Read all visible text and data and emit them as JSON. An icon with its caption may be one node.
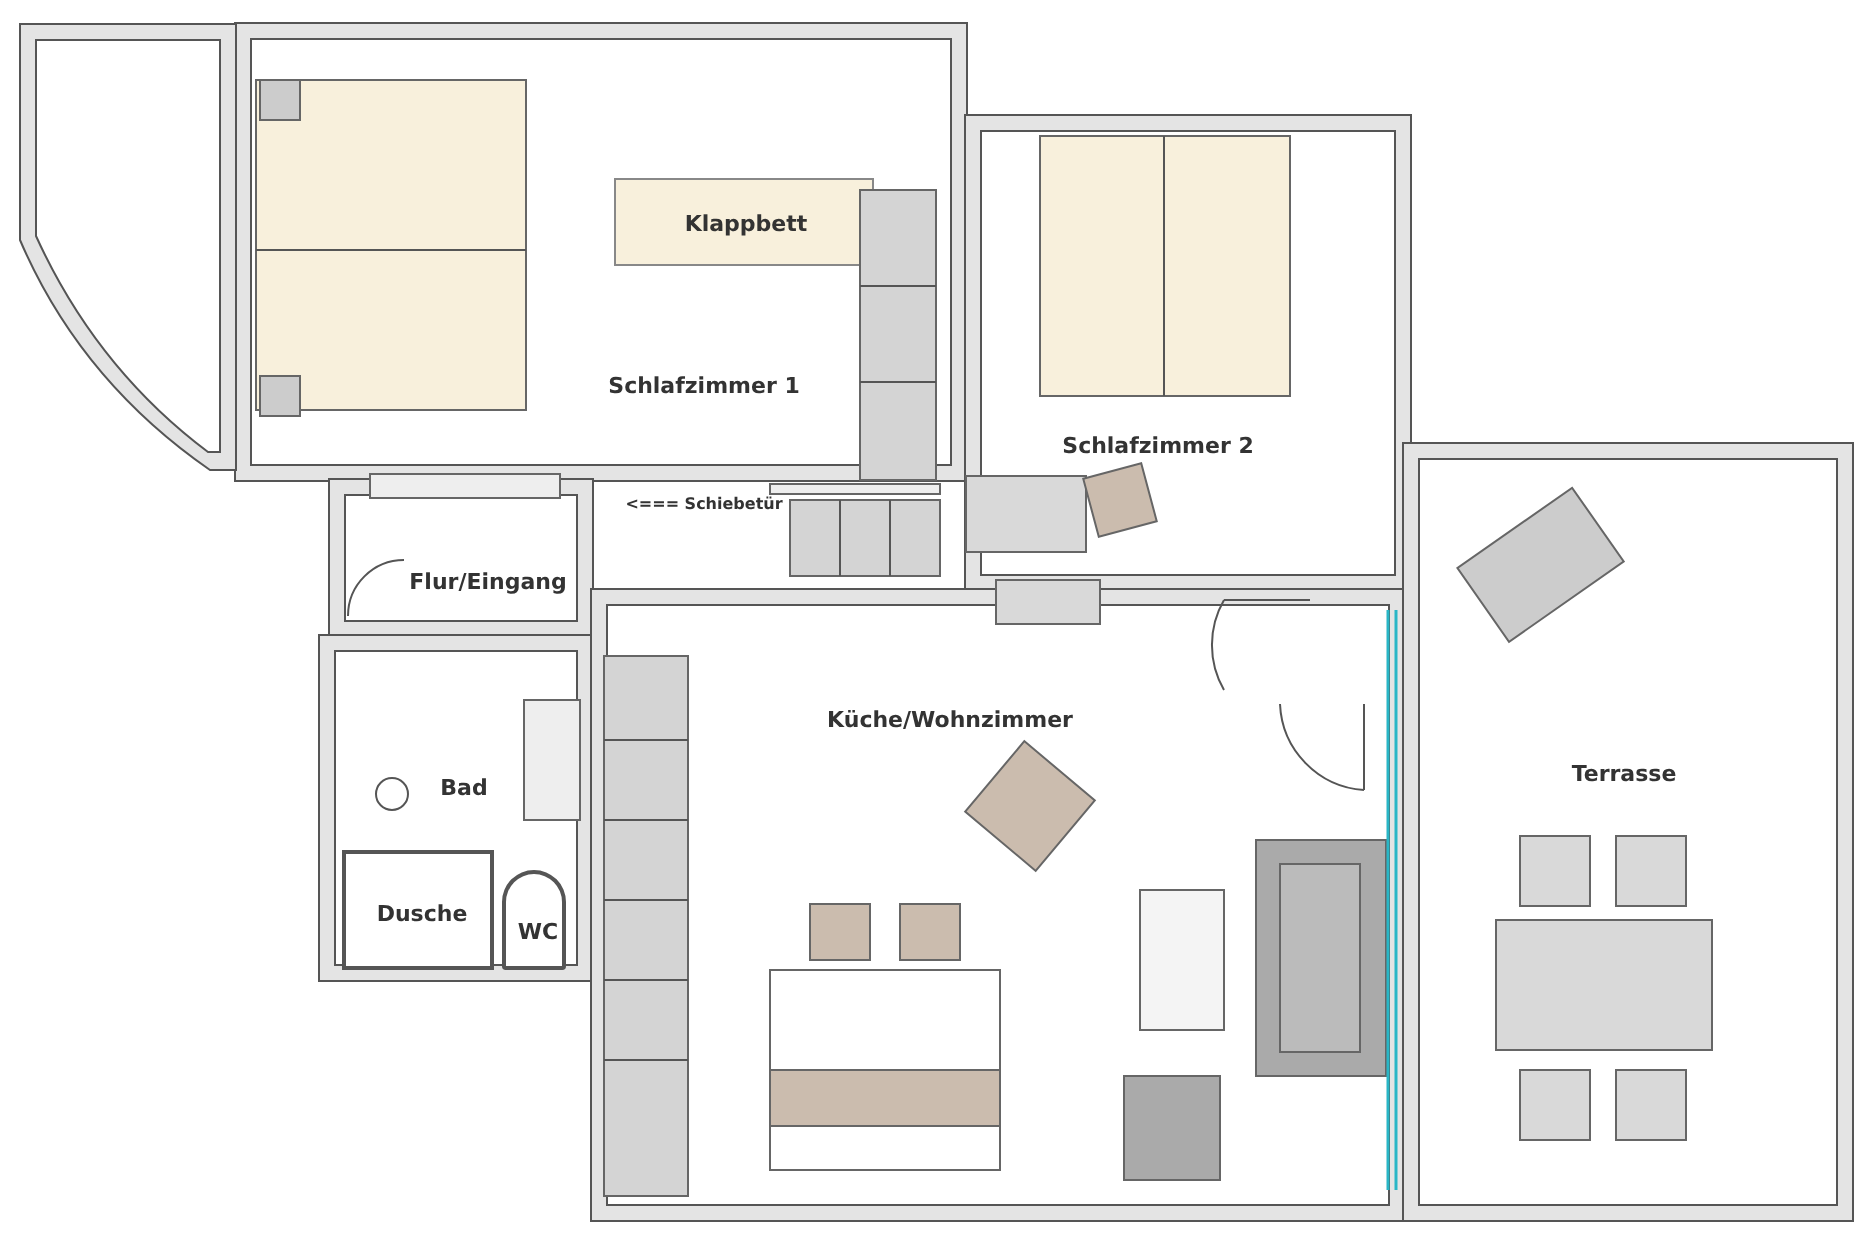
{
  "diagram": {
    "nodes": [
      {
        "text": [
          "Schlafzimmer 1"
        ]
      },
      {
        "text": [
          "Klappbett"
        ],
        "in": 0
      },
      {
        "text": [
          "Schlafzimmer 2"
        ]
      },
      {
        "text": [
          "Flur/Eingang"
        ]
      },
      {
        "text": [
          "Bad"
        ]
      },
      {
        "text": [
          "Dusche"
        ],
        "in": 4
      },
      {
        "text": [
          "WC"
        ],
        "in": 4
      },
      {
        "text": [
          "Küche/Wohnzimmer"
        ]
      },
      {
        "text": [
          "Terrasse"
        ]
      }
    ],
    "labels": [
      "<=== Schiebetür"
    ]
  }
}
